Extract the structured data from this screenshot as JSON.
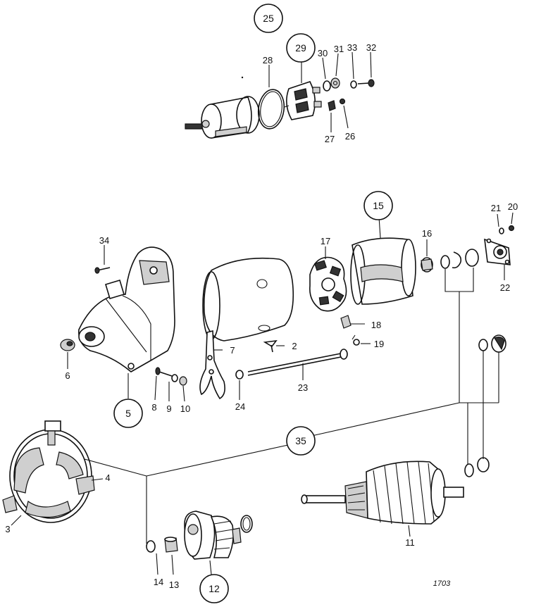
{
  "figure_ref": "1703",
  "circled_labels": [
    {
      "id": "c25",
      "text": "25"
    },
    {
      "id": "c29",
      "text": "29"
    },
    {
      "id": "c15",
      "text": "15"
    },
    {
      "id": "c5",
      "text": "5"
    },
    {
      "id": "c35",
      "text": "35"
    },
    {
      "id": "c12",
      "text": "12"
    }
  ],
  "part_labels": [
    {
      "id": "p28",
      "text": "28"
    },
    {
      "id": "p30",
      "text": "30"
    },
    {
      "id": "p31",
      "text": "31"
    },
    {
      "id": "p33",
      "text": "33"
    },
    {
      "id": "p32",
      "text": "32"
    },
    {
      "id": "p27",
      "text": "27"
    },
    {
      "id": "p26",
      "text": "26"
    },
    {
      "id": "p34",
      "text": "34"
    },
    {
      "id": "p17",
      "text": "17"
    },
    {
      "id": "p16",
      "text": "16"
    },
    {
      "id": "p21",
      "text": "21"
    },
    {
      "id": "p20",
      "text": "20"
    },
    {
      "id": "p22",
      "text": "22"
    },
    {
      "id": "p18",
      "text": "18"
    },
    {
      "id": "p19",
      "text": "19"
    },
    {
      "id": "p2",
      "text": "2"
    },
    {
      "id": "p7",
      "text": "7"
    },
    {
      "id": "p6",
      "text": "6"
    },
    {
      "id": "p23",
      "text": "23"
    },
    {
      "id": "p8",
      "text": "8"
    },
    {
      "id": "p9",
      "text": "9"
    },
    {
      "id": "p10",
      "text": "10"
    },
    {
      "id": "p24",
      "text": "24"
    },
    {
      "id": "p4",
      "text": "4"
    },
    {
      "id": "p3",
      "text": "3"
    },
    {
      "id": "p11",
      "text": "11"
    },
    {
      "id": "p14",
      "text": "14"
    },
    {
      "id": "p13",
      "text": "13"
    }
  ]
}
